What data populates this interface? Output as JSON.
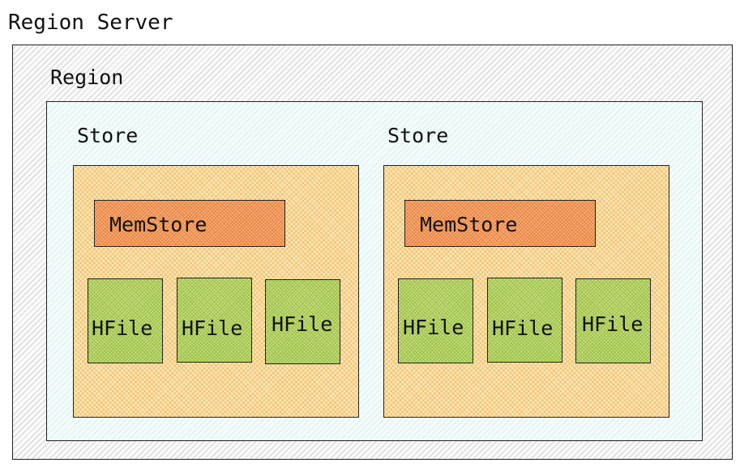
{
  "diagram": {
    "region_server": {
      "label": "Region Server"
    },
    "region": {
      "label": "Region"
    },
    "stores": [
      {
        "label": "Store",
        "memstore": "MemStore",
        "hfiles": [
          "HFile",
          "HFile",
          "HFile"
        ]
      },
      {
        "label": "Store",
        "memstore": "MemStore",
        "hfiles": [
          "HFile",
          "HFile",
          "HFile"
        ]
      }
    ]
  },
  "colors": {
    "region_server_fill": "#fafafa",
    "region_fill": "#f4fbfb",
    "store_fill": "#fbe7b8",
    "memstore_fill": "#f6b07a",
    "hfile_fill": "#c4dc84",
    "stroke": "#222222"
  }
}
